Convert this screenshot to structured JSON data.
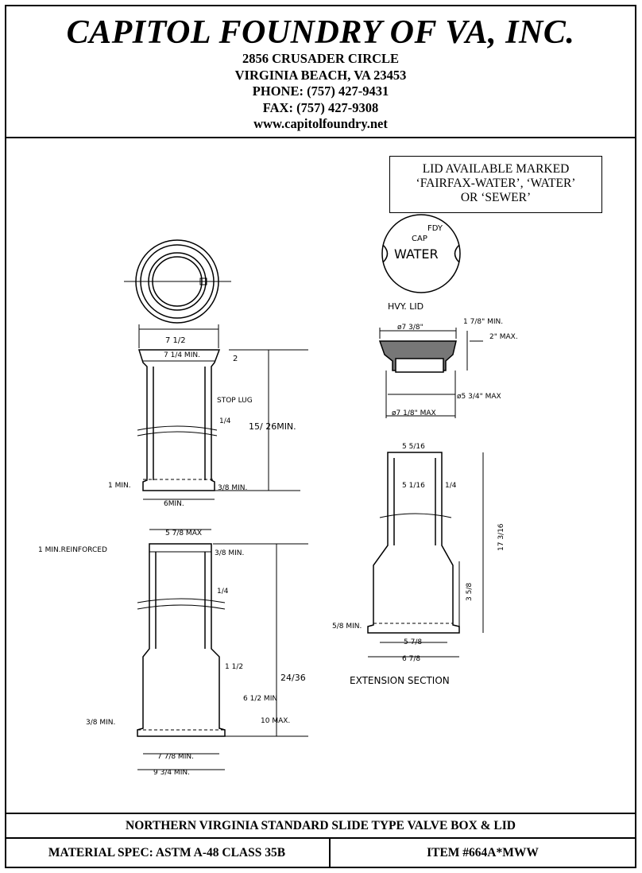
{
  "header": {
    "company": "CAPITOL FOUNDRY OF VA, INC.",
    "address_line1": "2856 CRUSADER CIRCLE",
    "address_line2": "VIRGINIA BEACH, VA 23453",
    "phone": "PHONE: (757) 427-9431",
    "fax": "FAX: (757) 427-9308",
    "website": "www.capitolfoundry.net"
  },
  "note": {
    "line1": "LID AVAILABLE MARKED",
    "line2": "‘FAIRFAX-WATER’, ‘WATER’",
    "line3": "OR ‘SEWER’"
  },
  "lid": {
    "top_text_left": "CAP",
    "top_text_right": "FDY",
    "center_text": "WATER",
    "caption": "HVY. LID",
    "dim_outer_top": "ø7 3/8\"",
    "dim_height_min": "1 7/8\"  MIN.",
    "dim_height_max": "2\" MAX.",
    "dim_inner": "ø5 3/4\" MAX",
    "dim_outer_bottom": "ø7 1/8\" MAX"
  },
  "upper_section": {
    "dim_top_width": "7 1/2",
    "dim_top_inner": "7 1/4 MIN.",
    "dim_collar": "2",
    "stop_lug": "STOP LUG",
    "wall": "1/4",
    "length": "15/ 26MIN.",
    "bottom_lip": "1 MIN.",
    "bottom_flange": "3/8 MIN.",
    "bottom_width": "6MIN."
  },
  "lower_section": {
    "dim_top": "5 7/8 MAX",
    "reinforced": "1 MIN.REINFORCED",
    "top_wall": "3/8 MIN.",
    "wall": "1/4",
    "shoulder": "1 1/2",
    "bell_length": "6 1/2 MIN",
    "overall": "24/36",
    "max_bell": "10 MAX.",
    "flange": "3/8 MIN.",
    "inner_bottom": "7 7/8 MIN.",
    "outer_bottom": "9 3/4 MIN."
  },
  "extension": {
    "dim_top": "5 5/16",
    "dim_inner": "5 1/16",
    "wall": "1/4",
    "length": "17 3/16",
    "bell": "3 5/8",
    "flange": "5/8 MIN.",
    "inner_bottom": "5 7/8",
    "outer_bottom": "6 7/8",
    "caption": "EXTENSION SECTION"
  },
  "footer": {
    "title": "NORTHERN VIRGINIA STANDARD SLIDE TYPE VALVE BOX & LID",
    "material_spec": "MATERIAL SPEC:  ASTM A-48 CLASS 35B",
    "item": "ITEM #664A*MWW"
  }
}
